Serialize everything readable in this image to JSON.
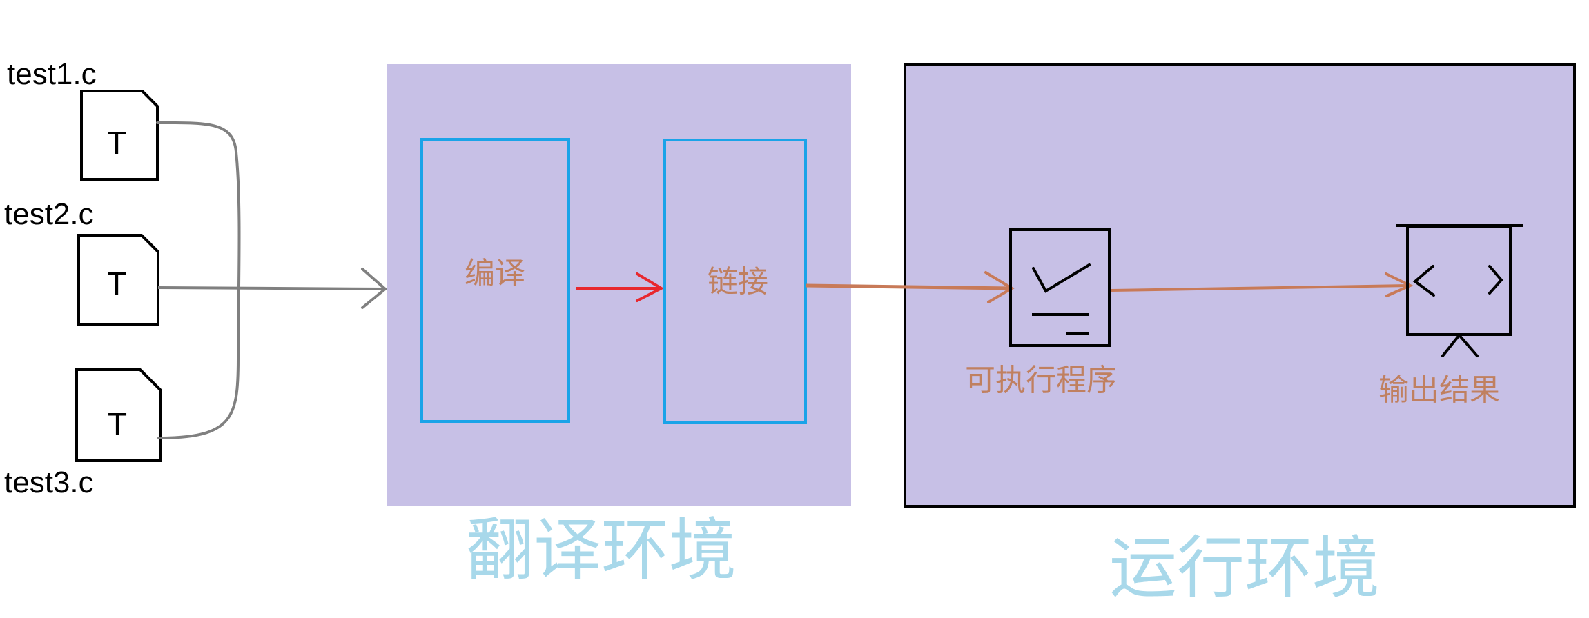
{
  "colors": {
    "env_fill": "#c7c0e6",
    "step_border": "#1aa3e8",
    "step_text": "#c08060",
    "env_label": "#a8d8ea",
    "compile_arrow": "#e8282e",
    "output_arrow": "#c87a58",
    "connector": "#808080",
    "ink": "#000000"
  },
  "files": [
    {
      "name": "test1.c",
      "icon": "text-file-icon",
      "letter": "T"
    },
    {
      "name": "test2.c",
      "icon": "text-file-icon",
      "letter": "T"
    },
    {
      "name": "test3.c",
      "icon": "text-file-icon",
      "letter": "T"
    }
  ],
  "translation_env": {
    "label": "翻译环境",
    "steps": [
      "编译",
      "链接"
    ]
  },
  "runtime_env": {
    "label": "运行环境",
    "executable": {
      "label": "可执行程序",
      "icon": "executable-program-icon"
    },
    "output": {
      "label": "输出结果",
      "icon": "output-display-icon"
    }
  }
}
